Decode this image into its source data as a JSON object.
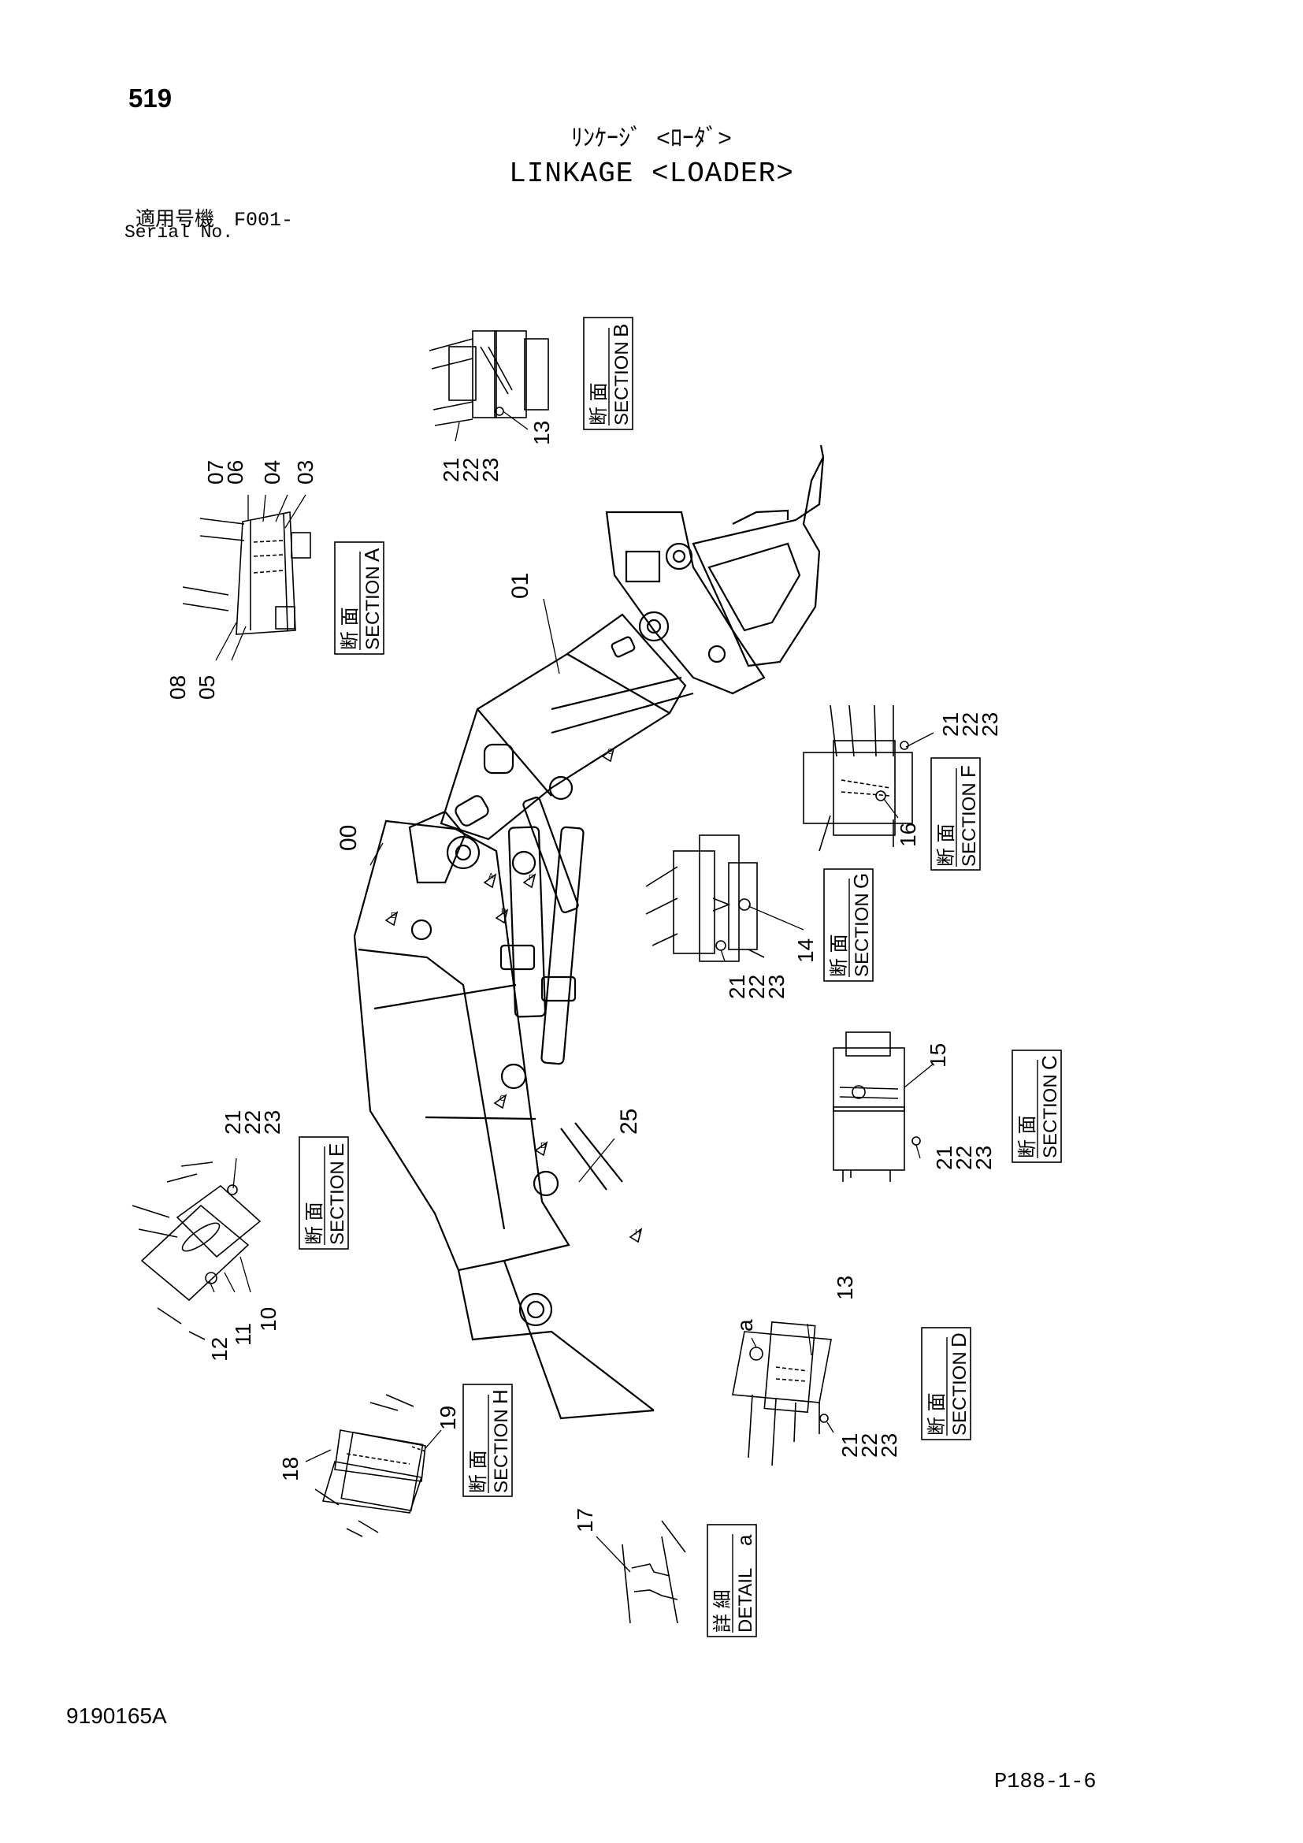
{
  "header": {
    "page_number": "519",
    "title_jp": "ﾘﾝｹｰｼﾞ <ﾛｰﾀﾞ>",
    "title_en": "LINKAGE <LOADER>",
    "serial_jp": "適用号機　F001-",
    "serial_en": "Serial No."
  },
  "footer": {
    "drawing_number": "9190165A",
    "page_ref": "P188-1-6"
  },
  "sections": {
    "a": {
      "kanji": "詳 細",
      "name": "DETAIL",
      "letter": "a"
    },
    "A": {
      "kanji": "断 面",
      "name": "SECTION",
      "letter": "A"
    },
    "B": {
      "kanji": "断 面",
      "name": "SECTION",
      "letter": "B"
    },
    "C": {
      "kanji": "断 面",
      "name": "SECTION",
      "letter": "C"
    },
    "D": {
      "kanji": "断 面",
      "name": "SECTION",
      "letter": "D"
    },
    "E": {
      "kanji": "断 面",
      "name": "SECTION",
      "letter": "E"
    },
    "F": {
      "kanji": "断 面",
      "name": "SECTION",
      "letter": "F"
    },
    "G": {
      "kanji": "断 面",
      "name": "SECTION",
      "letter": "G"
    },
    "H": {
      "kanji": "断 面",
      "name": "SECTION",
      "letter": "H"
    }
  },
  "parts": {
    "p00": "00",
    "p01": "01",
    "p03": "03",
    "p04": "04",
    "p05": "05",
    "p06": "06",
    "p07": "07",
    "p08": "08",
    "p10": "10",
    "p11": "11",
    "p12": "12",
    "p13": "13",
    "p14": "14",
    "p15": "15",
    "p16": "16",
    "p17": "17",
    "p18": "18",
    "p19": "19",
    "p21": "21",
    "p22": "22",
    "p23": "23",
    "p25": "25",
    "detail_a": "a"
  },
  "view_markers": {
    "A": "A",
    "B": "B",
    "C": "C",
    "D": "D",
    "E": "E",
    "F": "F",
    "G": "G",
    "H": "H"
  }
}
